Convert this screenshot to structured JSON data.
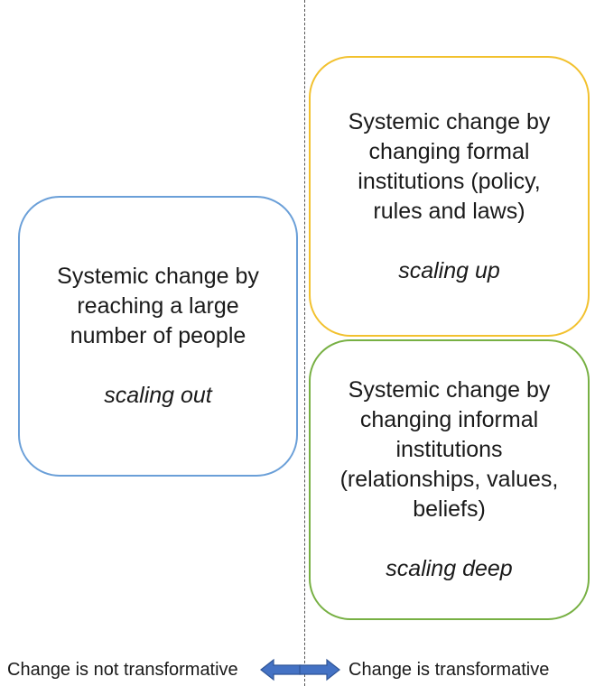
{
  "boxes": {
    "scaling_out": {
      "description": "Systemic change by reaching a large number of people",
      "mode": "scaling out",
      "border_color": "#6a9fd8"
    },
    "scaling_up": {
      "description": "Systemic change by changing formal institutions (policy, rules and laws)",
      "mode": "scaling up",
      "border_color": "#f2c12e"
    },
    "scaling_deep": {
      "description": "Systemic change by changing informal institutions (relationships, values, beliefs)",
      "mode": "scaling deep",
      "border_color": "#77b043"
    }
  },
  "axis": {
    "left_label": "Change is not transformative",
    "right_label": "Change is transformative",
    "arrow_color": "#4472c4"
  }
}
